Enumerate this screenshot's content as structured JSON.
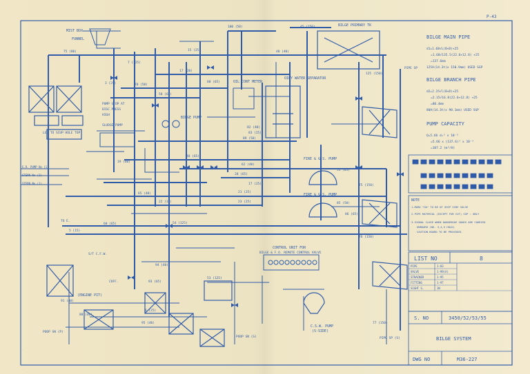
{
  "sheet": {
    "page_ref": "P-43"
  },
  "labels": {
    "mist_box": "MIST BOX",
    "funnel": "FUNNEL",
    "bilge_primary_tk": "BILGE PRIMARY TK",
    "oily_water_separator": "OILY WATER SEPARATOR",
    "oil_cont_meter": "OIL CONT METER",
    "pump_stop": "PUMP STOP AT",
    "disc_press": "DISC PRESS",
    "high": "HIGH",
    "sludge_pump": "SLUDGE PUMP",
    "bilge_pump": "BILGE PUMP",
    "fire_gs_pump_1": "FIRE & G.S. PUMP",
    "fire_gs_pump_2": "FIRE & G.S. PUMP",
    "led_to_scup_hole_top": "LED TO SCUP HOLE TOP",
    "control_unit": "CONTROL UNIT FOR",
    "control_unit_2": "BILGE & F.O. REMOTE CONTROL VALVE",
    "engine_pit": "(ENGINE PIT)",
    "poop_sn_p": "POOP SN (P)",
    "poop_sn_s": "POOP SN (S)",
    "csw_pump": "C.S.W. PUMP",
    "s_side": "(S-SIDE)",
    "pipe_sp": "PIPE SP",
    "pipe_sp_s": "PIPE SP (S)",
    "e_r_pump_no1": "E.R. PUMP No (1)",
    "e_r_pump_no2": "STERN No (2)",
    "e_r_pump_no3": "STERN No (1)",
    "to_e": "TO E.",
    "s_t_c_f": "S/T C.F.W.",
    "cofd": "COFF."
  },
  "bilge_main_pipe": {
    "title": "BILGE MAIN PIPE",
    "line1": "d1=1.68√L(B+D)+25",
    "line2": "=1.68√135.5(22.6+12.8) +25",
    "line3": "=137.6mm",
    "line4": "125A(14.3t)x 150.9mm) USED SGP"
  },
  "bilge_branch_pipe": {
    "title": "BILGE BRANCH PIPE",
    "line1": "d2=2.15√l(B+D)+25",
    "line2": "=2.15√16.8(22.6+12.8) +25",
    "line3": "=80.4mm",
    "line4": "80A(14.3t)x 90.1mm) USED SGP"
  },
  "pump_capacity": {
    "title": "PUMP CAPACITY",
    "line1": "Q=5.66 d₁² x 10⁻³",
    "line2": "=5.66 x (137.6)² x 10⁻³",
    "line3": "=107.2 (m³/H)"
  },
  "notes": {
    "title": "NOTE",
    "n1": "1.MARK \"HA\" TO BE OF SHIP SIDE VALVE",
    "n2": "2.PIPE MATERIAL (EXCEPT FOR CUT) SGP : ONLY",
    "n3": "3.SIGNAL CLOSE WHEN DANGEROUS GOODS ARE CARRIED",
    "n3b": "ONBOARD (NO. 3,4,5 HOLD)",
    "n3c": "CAUTION BOARD TO BE PROVIDED."
  },
  "list_no": {
    "label": "LIST NO",
    "value": "8",
    "rows": [
      {
        "item": "PIPE",
        "code": "1-83"
      },
      {
        "item": "VALVE",
        "code": "1-99(A)"
      },
      {
        "item": "STRAINER",
        "code": "1-95"
      },
      {
        "item": "FITTING",
        "code": "1-97"
      },
      {
        "item": "SIGHT G.",
        "code": "1N"
      }
    ]
  },
  "title_block": {
    "s_no_label": "S. NO",
    "s_no_value": "3450/52/53/55",
    "title": "BILGE SYSTEM",
    "dwg_no_label": "DWG NO",
    "dwg_no_value": "M36-227"
  },
  "pipe_sizes": [
    "75 (80)",
    "100 (50)",
    "15 (25)",
    "40 (40)",
    "17 (20)",
    "70 (50)",
    "50 (65)",
    "80 (65)",
    "125 (150)",
    "40 (65)",
    "62 (40)",
    "65 (40)",
    "20 (65)",
    "17 (25)",
    "21 (25)",
    "22 (32)",
    "23 (25)",
    "51 (65)",
    "85 (50)",
    "86 (65)",
    "89 (50)",
    "19 (40)",
    "5 (15)",
    "60 (65)",
    "54 (125)",
    "53 (125)",
    "3 (25)",
    "6 (25)",
    "82 (40)",
    "83 (25)",
    "91 (40)",
    "88 (40)",
    "75 (150)",
    "76 (150)",
    "77 (150)",
    "94 (40)",
    "93 (65)",
    "95 (40)",
    "7 (125)",
    "45 (150)"
  ]
}
